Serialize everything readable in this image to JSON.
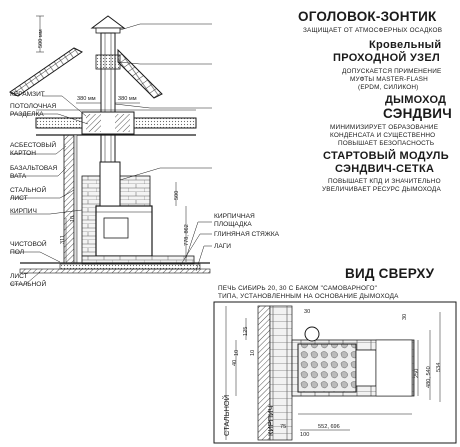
{
  "right_column": {
    "umbrella_title": "ОГОЛОВОК-ЗОНТИК",
    "umbrella_desc": "ЗАЩИЩАЕТ ОТ АТМОСФЕРНЫХ ОСАДКОВ",
    "roof_title_1": "Кровельный",
    "roof_title_2": "ПРОХОДНОЙ УЗЕЛ",
    "roof_desc_1": "ДОПУСКАЕТСЯ ПРИМЕНЕНИЕ",
    "roof_desc_2": "МУФТЫ MASTER-FLASH",
    "roof_desc_3": "(ЕРDМ, СИЛИКОН)",
    "chimney_title_1": "ДЫМОХОД",
    "chimney_title_2": "СЭНДВИЧ",
    "chimney_desc_1": "МИНИМИЗИРУЕТ ОБРАЗОВАНИЕ",
    "chimney_desc_2": "КОНДЕНСАТА И СУЩЕСТВЕННО",
    "chimney_desc_3": "ПОВЫШАЕТ БЕЗОПАСНОСТЬ",
    "module_title_1": "СТАРТОВЫЙ МОДУЛЬ",
    "module_title_2": "СЭНДВИЧ-СЕТКА",
    "module_desc_1": "ПОВЫШАЕТ КПД И ЗНАЧИТЕЛЬНО",
    "module_desc_2": "УВЕЛИЧИВАЕТ РЕСУРС ДЫМОХОДА"
  },
  "left_labels": {
    "keramzit": "КЕРАМЗИТ",
    "ceiling_1": "ПОТОЛОЧНАЯ",
    "ceiling_2": "РАЗДЕЛКА",
    "asbestos_1": "АСБЕСТОВЫЙ",
    "asbestos_2": "КАРТОН",
    "basalt_1": "БАЗАЛЬТОВАЯ",
    "basalt_2": "ВАТА",
    "steel_1": "СТАЛЬНОЙ",
    "steel_2": "ЛИСТ",
    "brick": "КИРПИЧ",
    "floor_1": "ЧИСТОВОЙ",
    "floor_2": "ПОЛ",
    "steel_sheet_1": "ЛИСТ",
    "steel_sheet_2": "СТАЛЬНОЙ"
  },
  "right_labels": {
    "brick_pad_1": "КИРПИЧНАЯ",
    "brick_pad_2": "ПЛОЩАДКА",
    "clay": "ГЛИНЯНАЯ СТЯЖКА",
    "lagi": "ЛАГИ"
  },
  "dimensions": {
    "d500_top": "500 мм",
    "d380_left": "380 мм",
    "d380_right": "380 мм",
    "d500_side": "500",
    "d778": "778, 862",
    "d311": "311",
    "d10": "10"
  },
  "top_view": {
    "title": "ВИД СВЕРХУ",
    "caption_1": "ПЕЧЬ СИБИРЬ 20, 30 С БАКОМ \"САМОВАРНОГО\"",
    "caption_2": "ТИПА, УСТАНОВЛЕННЫМ НА ОСНОВАНИЕ ДЫМОХОДА",
    "dim_125": "125",
    "dim_30_top": "30",
    "dim_30_right": "30",
    "dim_40": "40",
    "dim_10a": "10",
    "dim_10b": "10",
    "dim_250": "250",
    "dim_534": "534",
    "dim_480": "480, 540",
    "dim_552": "552, 696",
    "dim_100": "100",
    "dim_75": "75",
    "steel_label": "СТАЛЬНОЙ",
    "brick_label": "КИРПИЧ"
  },
  "colors": {
    "ink": "#1a1a1a",
    "hatch": "#6b6b6b",
    "brick": "#f2f2f2",
    "frame": "#333333"
  }
}
